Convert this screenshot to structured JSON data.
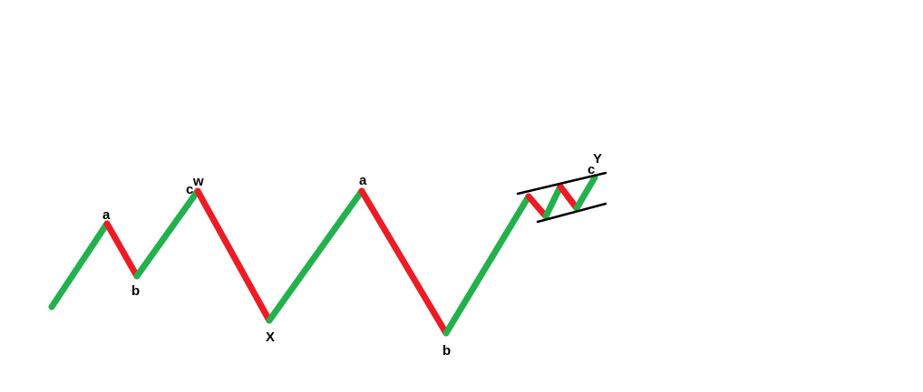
{
  "diagram": {
    "colors": {
      "up_leg": "#22b14c",
      "down_leg": "#ed1c24",
      "channel_line": "#000000",
      "background": "#ffffff"
    },
    "legs": [
      {
        "name": "leg-up-1",
        "direction": "up"
      },
      {
        "name": "leg-down-1",
        "direction": "down"
      },
      {
        "name": "leg-up-2",
        "direction": "up"
      },
      {
        "name": "leg-down-2",
        "direction": "down"
      },
      {
        "name": "leg-up-3",
        "direction": "up"
      },
      {
        "name": "leg-down-3",
        "direction": "down"
      },
      {
        "name": "leg-up-4",
        "direction": "up"
      },
      {
        "name": "leg-down-4",
        "direction": "down"
      },
      {
        "name": "leg-up-5",
        "direction": "up"
      },
      {
        "name": "leg-down-5",
        "direction": "down"
      },
      {
        "name": "leg-up-6",
        "direction": "up"
      }
    ],
    "labels": {
      "first_a": "a",
      "first_b": "b",
      "first_c": "c",
      "w": "w",
      "x": "X",
      "second_a": "a",
      "second_b": "b",
      "second_c": "c",
      "y": "Y"
    }
  }
}
